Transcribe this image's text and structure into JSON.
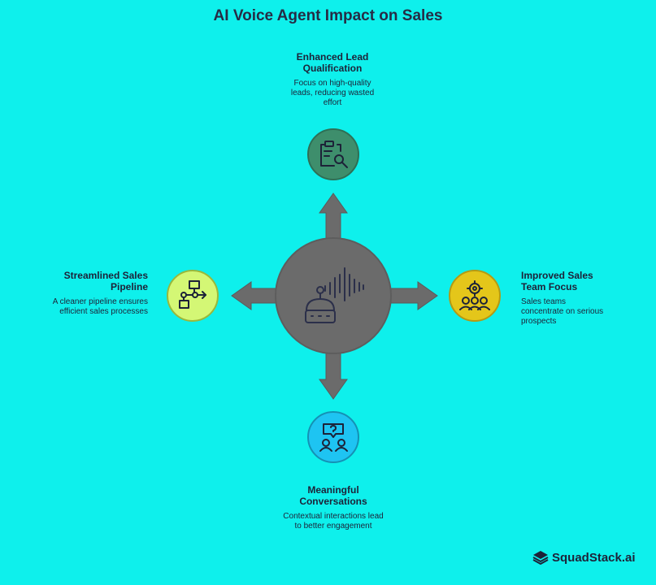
{
  "title": "AI Voice Agent Impact on Sales",
  "colors": {
    "background": "#0ef0ec",
    "center": "#6b6b6b",
    "arrow": "#6b6b6b",
    "top_node": "#3e8e6c",
    "left_node": "#d4f775",
    "right_node": "#e4c61a",
    "bottom_node": "#1ec4f2"
  },
  "center": {
    "icon": "ai-voice-robot-icon"
  },
  "nodes": {
    "top": {
      "heading": "Enhanced Lead Qualification",
      "description": "Focus on high-quality leads, reducing wasted effort",
      "icon": "clipboard-search-icon"
    },
    "left": {
      "heading": "Streamlined Sales Pipeline",
      "description": "A cleaner pipeline ensures efficient sales processes",
      "icon": "flowchart-icon"
    },
    "right": {
      "heading": "Improved Sales Team Focus",
      "description": "Sales teams concentrate on serious prospects",
      "icon": "team-gear-icon"
    },
    "bottom": {
      "heading": "Meaningful Conversations",
      "description": "Contextual interactions lead to better engagement",
      "icon": "conversation-question-icon"
    }
  },
  "brand": {
    "name": "SquadStack.ai",
    "icon": "stack-logo-icon"
  }
}
